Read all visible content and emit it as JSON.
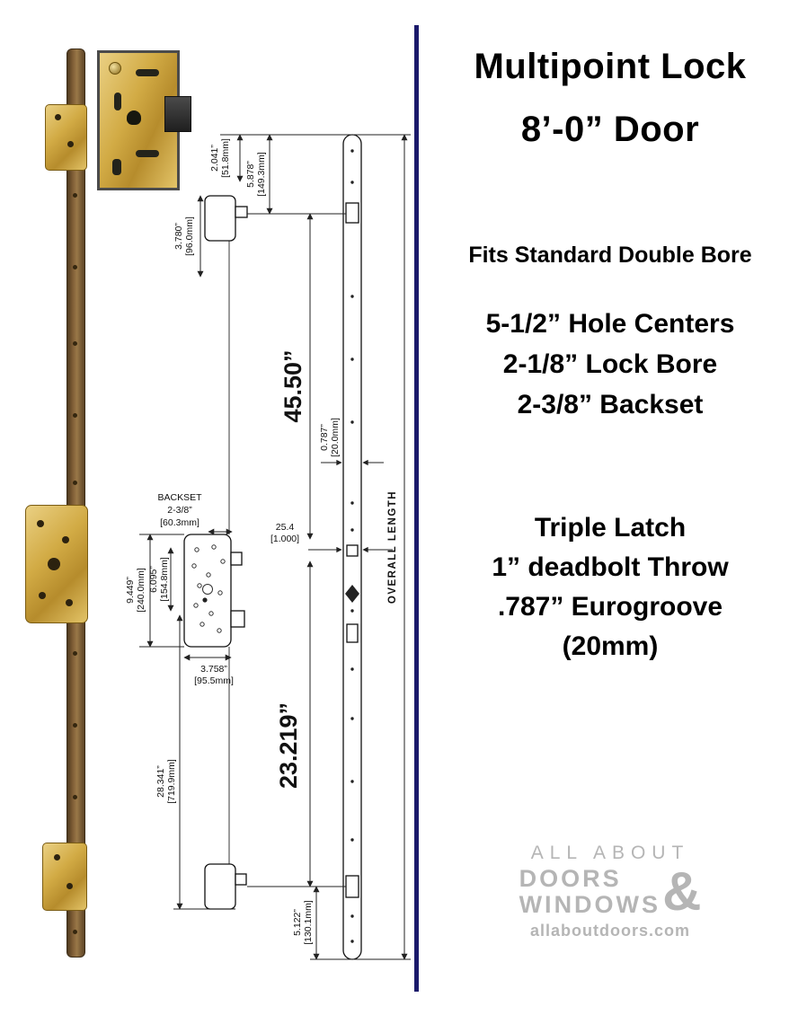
{
  "page": {
    "divider_color": "#1b1a6b",
    "background": "#ffffff"
  },
  "drawing": {
    "overall_label": "OVERALL LENGTH",
    "dims": {
      "top_offset_in": "2.041”",
      "top_offset_mm": "[51.8mm]",
      "top_latch_in": "5.878”",
      "top_latch_mm": "[149.3mm]",
      "case_height_in": "3.780”",
      "case_height_mm": "[96.0mm]",
      "upper_span_in": "45.50”",
      "eurogroove_in": "0.787”",
      "eurogroove_mm": "[20.0mm]",
      "backset_label": "BACKSET",
      "backset_in": "2-3/8”",
      "backset_mm": "[60.3mm]",
      "faceplate_mm": "25.4",
      "faceplate_in": "[1.000]",
      "gearbox_height_in": "9.449”",
      "gearbox_height_mm": "[240.0mm]",
      "gearbox_inner_in": "6.095”",
      "gearbox_inner_mm": "[154.8mm]",
      "gearbox_width_in": "3.758”",
      "gearbox_width_mm": "[95.5mm]",
      "lower_span_in": "23.219”",
      "lower_total_in": "28.341”",
      "lower_total_mm": "[719.9mm]",
      "bottom_offset_in": "5.122”",
      "bottom_offset_mm": "[130.1mm]"
    }
  },
  "info": {
    "title_line1": "Multipoint Lock",
    "title_line2": "8’-0” Door",
    "fit": "Fits Standard Double Bore",
    "specs": [
      "5-1/2” Hole Centers",
      "2-1/8” Lock Bore",
      "2-3/8” Backset"
    ],
    "features": [
      "Triple Latch",
      "1” deadbolt Throw",
      ".787” Eurogroove",
      "(20mm)"
    ],
    "watermark": {
      "top": "ALL ABOUT",
      "mid": "DOORS",
      "amp": "&",
      "bottom": "WINDOWS",
      "url": "allaboutdoors.com"
    }
  }
}
